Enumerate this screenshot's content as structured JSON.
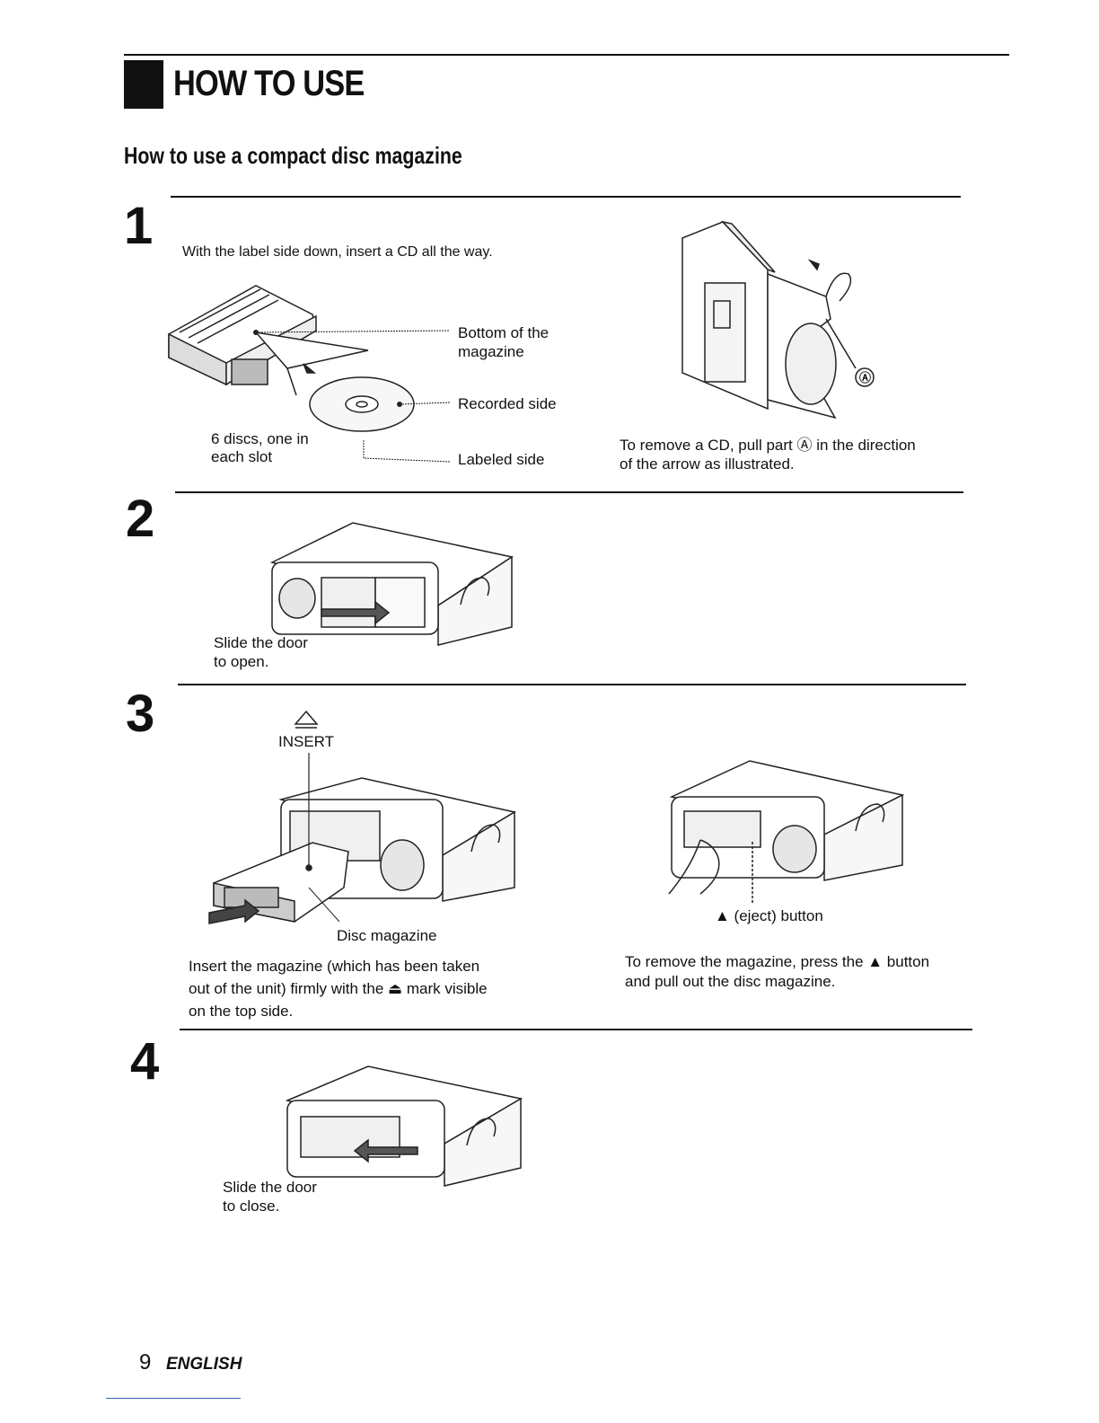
{
  "header": {
    "title": "HOW TO USE"
  },
  "section": {
    "title": "How to use a compact disc magazine"
  },
  "steps": [
    {
      "number": "1",
      "instruction": "With the label side down, insert a CD all the way.",
      "labels": {
        "bottom_line1": "Bottom of the",
        "bottom_line2": "magazine",
        "recorded": "Recorded side",
        "labeled": "Labeled side",
        "discs_line1": "6 discs, one in",
        "discs_line2": "each slot"
      },
      "remove": {
        "line1": "To remove a CD, pull part Ⓐ in the direction",
        "line2": "of the arrow as illustrated.",
        "part_marker": "Ⓐ"
      }
    },
    {
      "number": "2",
      "caption_line1": "Slide the door",
      "caption_line2": "to open."
    },
    {
      "number": "3",
      "insert_mark": "INSERT",
      "magazine_label": "Disc magazine",
      "eject_label": "▲ (eject) button",
      "instruction_line1": "Insert the magazine (which has been taken",
      "instruction_line2": "out of the unit) firmly with the ⏏ mark visible",
      "instruction_line3": "on the top side.",
      "remove_line1": "To remove the magazine, press the ▲ button",
      "remove_line2": "and pull out the disc magazine."
    },
    {
      "number": "4",
      "caption_line1": "Slide the door",
      "caption_line2": "to close."
    }
  ],
  "footer": {
    "page": "9",
    "language": "ENGLISH"
  }
}
